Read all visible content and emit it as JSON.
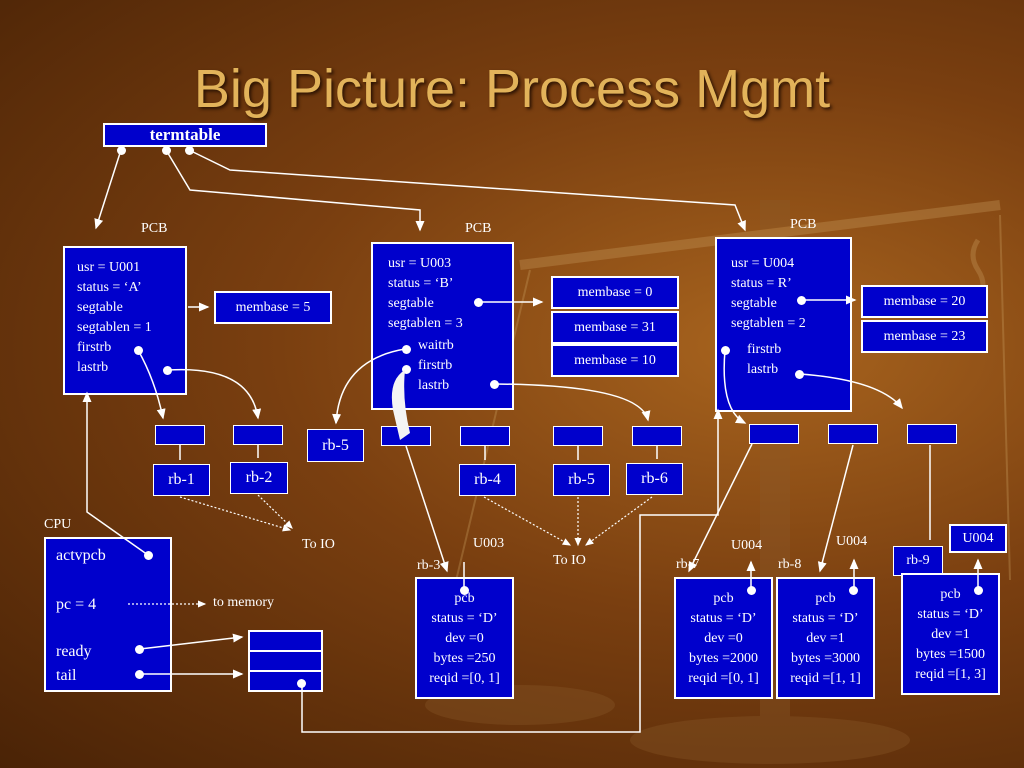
{
  "title": "Big Picture: Process Mgmt",
  "termtable": "termtable",
  "pcb_labels": [
    "PCB",
    "PCB",
    "PCB"
  ],
  "pcb": [
    {
      "lines": [
        "usr = U001",
        "status = ‘A’",
        "segtable",
        "segtablen = 1",
        "firstrb",
        "lastrb"
      ]
    },
    {
      "lines": [
        "usr = U003",
        "status = ‘B’",
        "segtable",
        "segtablen = 3",
        "waitrb",
        "firstrb",
        "lastrb"
      ]
    },
    {
      "lines": [
        "usr = U004",
        "status = R’",
        "segtable",
        "segtablen = 2",
        "firstrb",
        "lastrb"
      ]
    }
  ],
  "membase": [
    "membase = 5",
    "membase = 0",
    "membase = 31",
    "membase = 10",
    "membase = 20",
    "membase = 23"
  ],
  "rb_labels": [
    "rb-1",
    "rb-2",
    "rb-5",
    "rb-4",
    "rb-5",
    "rb-6",
    "rb-9"
  ],
  "to_io": [
    "To  IO",
    "To  IO"
  ],
  "cpu": {
    "label": "CPU",
    "actvpcb": "actvpcb",
    "pc": "pc = 4",
    "ready": "ready",
    "tail": "tail",
    "to_memory": "to memory"
  },
  "rb_detail_labels": [
    "rb-3",
    "rb-7",
    "rb-8"
  ],
  "user_labels": [
    "U003",
    "U004",
    "U004",
    "U004"
  ],
  "rb_details": [
    {
      "lines": [
        "pcb",
        "status = ‘D’",
        "dev =0",
        "bytes =250",
        "reqid =[0, 1]"
      ]
    },
    {
      "lines": [
        "pcb",
        "status = ‘D’",
        "dev =0",
        "bytes =2000",
        "reqid =[0, 1]"
      ]
    },
    {
      "lines": [
        "pcb",
        "status = ‘D’",
        "dev =1",
        "bytes =3000",
        "reqid =[1, 1]"
      ]
    },
    {
      "lines": [
        "pcb",
        "status = ‘D’",
        "dev =1",
        "bytes =1500",
        "reqid =[1, 3]"
      ]
    }
  ],
  "colors": {
    "box": "#0000cc",
    "background": "#7a3f10",
    "title": "#e2b35a"
  }
}
